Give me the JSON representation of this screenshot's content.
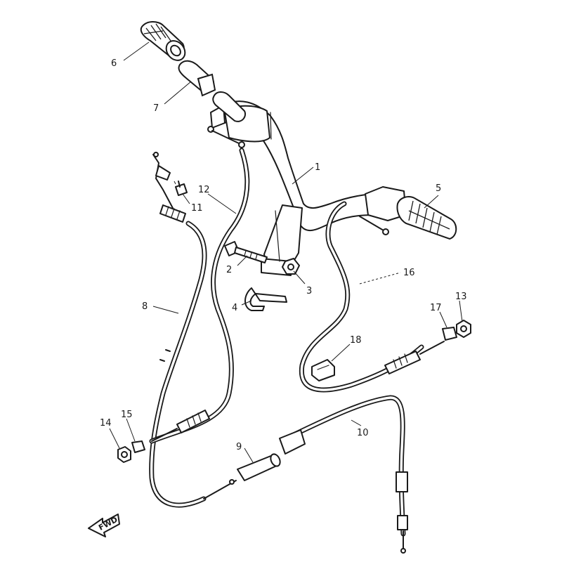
{
  "diagram": {
    "callouts": [
      "1",
      "2",
      "3",
      "4",
      "5",
      "6",
      "7",
      "8",
      "9",
      "10",
      "11",
      "12",
      "13",
      "14",
      "15",
      "16",
      "17",
      "18"
    ],
    "direction_arrow": "FWD"
  }
}
